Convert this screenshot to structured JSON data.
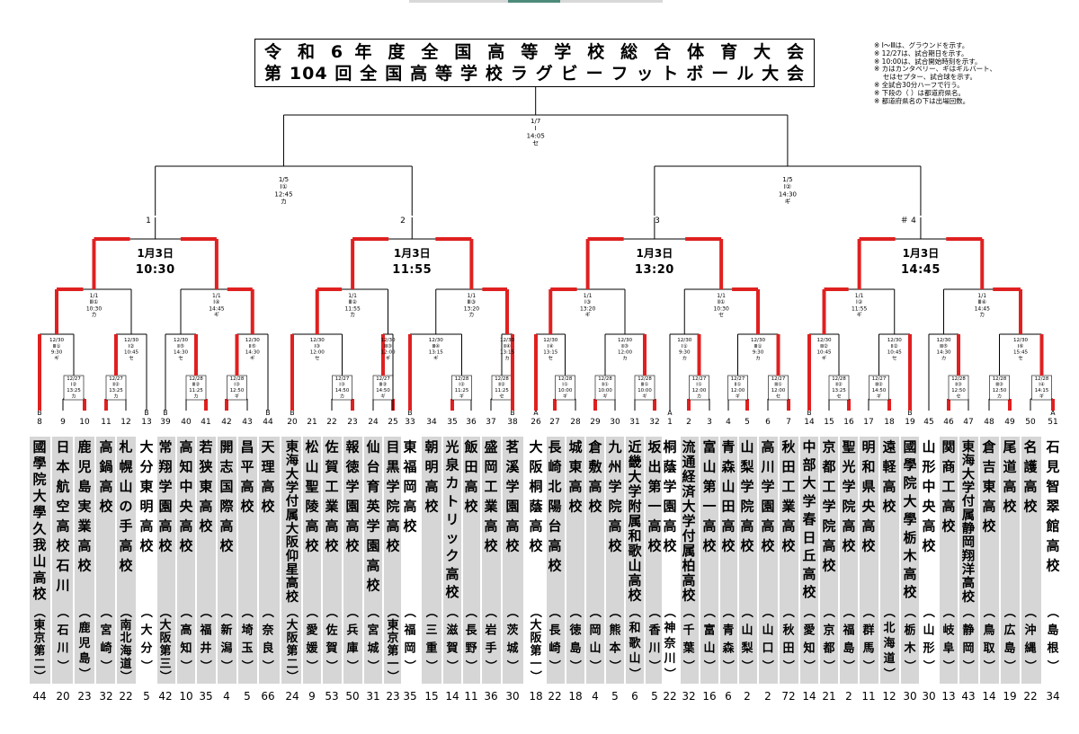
{
  "title": {
    "line1": "令 和 6 年 度 全 国 高 等 学 校 総 合 体 育 大 会",
    "line2": "第 104 回 全 国 高 等 学 校 ラ グ ビ ー フ ッ ト ボ ー ル 大 会"
  },
  "notes": [
    "※ Ⅰ〜Ⅲは、グラウンドを示す。",
    "※ 12/27は、試合期日を示す。",
    "※ 10:00は、試合開始時刻を示す。",
    "※ カはカンタベリー、ギはギルバート、",
    "　 セはセプター、試合球を示す。",
    "※ 全試合30分ハーフで行う。",
    "※ 下段の（ ）は都道府県名。",
    "※ 都道府県名の下は出場回数。"
  ],
  "final": {
    "date": "1/7",
    "ground": "Ⅰ",
    "time": "14:05",
    "ball": "セ"
  },
  "semifinals": [
    {
      "date": "1/5",
      "ground": "Ⅰ①",
      "time": "12:45",
      "ball": "カ"
    },
    {
      "date": "1/5",
      "ground": "Ⅰ②",
      "time": "14:30",
      "ball": "ギ"
    }
  ],
  "qf_numbers": [
    "1",
    "2",
    "3",
    "＃ 4"
  ],
  "qf_schedules": [
    {
      "date": "1月3日",
      "time": "10:30"
    },
    {
      "date": "1月3日",
      "time": "11:55"
    },
    {
      "date": "1月3日",
      "time": "13:20"
    },
    {
      "date": "1月3日",
      "time": "14:45"
    }
  ],
  "r3": [
    {
      "date": "1/1",
      "ground": "Ⅲ①",
      "time": "10:30",
      "ball": "カ"
    },
    {
      "date": "1/1",
      "ground": "Ⅰ④",
      "time": "14:45",
      "ball": "ギ"
    },
    {
      "date": "1/1",
      "ground": "Ⅲ②",
      "time": "11:55",
      "ball": "カ"
    },
    {
      "date": "1/1",
      "ground": "Ⅲ③",
      "time": "13:20",
      "ball": "カ"
    },
    {
      "date": "1/1",
      "ground": "Ⅰ③",
      "time": "13:20",
      "ball": "ギ"
    },
    {
      "date": "1/1",
      "ground": "Ⅱ①",
      "time": "10:30",
      "ball": "セ"
    },
    {
      "date": "1/1",
      "ground": "Ⅰ②",
      "time": "11:55",
      "ball": "ギ"
    },
    {
      "date": "1/1",
      "ground": "Ⅲ④",
      "time": "14:45",
      "ball": "カ"
    }
  ],
  "r2": [
    {
      "date": "12/30",
      "ground": "Ⅲ①",
      "time": "9:30",
      "ball": "ギ"
    },
    {
      "date": "12/30",
      "ground": "Ⅰ②",
      "time": "10:45",
      "ball": "セ"
    },
    {
      "date": "12/30",
      "ground": "Ⅱ⑤",
      "time": "14:30",
      "ball": "セ"
    },
    {
      "date": "12/30",
      "ground": "Ⅱ⑤",
      "time": "14:30",
      "ball": "ギ"
    },
    {
      "date": "12/30",
      "ground": "Ⅰ③",
      "time": "12:00",
      "ball": "セ"
    },
    {
      "date": "12/30",
      "ground": "Ⅲ③",
      "time": "12:00",
      "ball": "ギ"
    },
    {
      "date": "12/30",
      "ground": "Ⅲ④",
      "time": "13:15",
      "ball": "ギ"
    },
    {
      "date": "12/30",
      "ground": "Ⅱ④",
      "time": "13:15",
      "ball": "カ"
    },
    {
      "date": "12/30",
      "ground": "Ⅰ④",
      "time": "13:15",
      "ball": "セ"
    },
    {
      "date": "12/30",
      "ground": "Ⅱ③",
      "time": "12:00",
      "ball": "カ"
    },
    {
      "date": "12/30",
      "ground": "Ⅰ①",
      "time": "9:30",
      "ball": "カ"
    },
    {
      "date": "12/30",
      "ground": "Ⅲ①",
      "time": "9:30",
      "ball": "カ"
    },
    {
      "date": "12/30",
      "ground": "Ⅲ②",
      "time": "10:45",
      "ball": "ギ"
    },
    {
      "date": "12/30",
      "ground": "Ⅱ②",
      "time": "10:45",
      "ball": "セ"
    },
    {
      "date": "12/30",
      "ground": "Ⅲ⑤",
      "time": "14:30",
      "ball": "カ"
    },
    {
      "date": "12/30",
      "ground": "Ⅰ⑥",
      "time": "15:45",
      "ball": "セ"
    }
  ],
  "r1": [
    {
      "date": "12/27",
      "ground": "Ⅰ②",
      "time": "13:25",
      "ball": "カ"
    },
    {
      "date": "12/27",
      "ground": "Ⅱ②",
      "time": "13:25",
      "ball": "カ"
    },
    {
      "date": "12/28",
      "ground": "Ⅲ②",
      "time": "11:25",
      "ball": "カ"
    },
    {
      "date": "12/28",
      "ground": "Ⅰ③",
      "time": "12:50",
      "ball": "ギ"
    },
    {
      "date": "12/27",
      "ground": "Ⅰ③",
      "time": "14:50",
      "ball": "カ"
    },
    {
      "date": "12/27",
      "ground": "Ⅲ③",
      "time": "14:50",
      "ball": "ギ"
    },
    {
      "date": "12/28",
      "ground": "Ⅰ②",
      "time": "11:25",
      "ball": "ギ"
    },
    {
      "date": "12/28",
      "ground": "Ⅱ②",
      "time": "11:25",
      "ball": "セ"
    },
    {
      "date": "12/28",
      "ground": "Ⅰ①",
      "time": "10:00",
      "ball": "ギ"
    },
    {
      "date": "12/28",
      "ground": "Ⅱ①",
      "time": "10:00",
      "ball": "ギ"
    },
    {
      "date": "12/28",
      "ground": "Ⅲ①",
      "time": "10:00",
      "ball": "ギ"
    },
    {
      "date": "12/27",
      "ground": "Ⅰ①",
      "time": "12:00",
      "ball": "カ"
    },
    {
      "date": "12/27",
      "ground": "Ⅱ①",
      "time": "12:00",
      "ball": "ギ"
    },
    {
      "date": "12/27",
      "ground": "Ⅲ①",
      "time": "12:00",
      "ball": "セ"
    },
    {
      "date": "12/28",
      "ground": "Ⅱ②",
      "time": "13:25",
      "ball": "セ"
    },
    {
      "date": "12/27",
      "ground": "Ⅲ②",
      "time": "14:50",
      "ball": "ギ"
    },
    {
      "date": "12/28",
      "ground": "Ⅱ③",
      "time": "12:50",
      "ball": "セ"
    },
    {
      "date": "12/28",
      "ground": "Ⅲ③",
      "time": "12:50",
      "ball": "カ"
    },
    {
      "date": "12/28",
      "ground": "Ⅰ④",
      "time": "14:15",
      "ball": "ギ"
    }
  ],
  "teams": [
    {
      "no": "8",
      "seed": "B",
      "name": "國學院大學久我山高校",
      "pref": "（東京第二）",
      "count": "44"
    },
    {
      "no": "9",
      "seed": "",
      "name": "日本航空高校石川",
      "pref": "（石川）",
      "count": "20"
    },
    {
      "no": "10",
      "seed": "",
      "name": "鹿児島実業高校",
      "pref": "（鹿児島）",
      "count": "23"
    },
    {
      "no": "11",
      "seed": "",
      "name": "高鍋高校",
      "pref": "（宮崎）",
      "count": "32"
    },
    {
      "no": "12",
      "seed": "",
      "name": "札幌山の手高校",
      "pref": "（南北海道）",
      "count": "22"
    },
    {
      "no": "13",
      "seed": "B",
      "name": "大分東明高校",
      "pref": "（大分）",
      "count": "5"
    },
    {
      "no": "39",
      "seed": "B",
      "name": "常翔学園高校",
      "pref": "（大阪第三）",
      "count": "42"
    },
    {
      "no": "40",
      "seed": "",
      "name": "高知中央高校",
      "pref": "（高知）",
      "count": "10"
    },
    {
      "no": "41",
      "seed": "",
      "name": "若狭東高校",
      "pref": "（福井）",
      "count": "35"
    },
    {
      "no": "42",
      "seed": "",
      "name": "開志国際高校",
      "pref": "（新潟）",
      "count": "4"
    },
    {
      "no": "43",
      "seed": "",
      "name": "昌平高校",
      "pref": "（埼玉）",
      "count": "5"
    },
    {
      "no": "44",
      "seed": "B",
      "name": "天理高校",
      "pref": "（奈良）",
      "count": "66"
    },
    {
      "no": "20",
      "seed": "B",
      "name": "東海大学付属大阪仰星高校",
      "pref": "（大阪第二）",
      "count": "24"
    },
    {
      "no": "21",
      "seed": "",
      "name": "松山聖陵高校",
      "pref": "（愛媛）",
      "count": "9"
    },
    {
      "no": "22",
      "seed": "",
      "name": "佐賀工業高校",
      "pref": "（佐賀）",
      "count": "53"
    },
    {
      "no": "23",
      "seed": "",
      "name": "報徳学園高校",
      "pref": "（兵庫）",
      "count": "50"
    },
    {
      "no": "24",
      "seed": "",
      "name": "仙台育英学園高校",
      "pref": "（宮城）",
      "count": "31"
    },
    {
      "no": "25",
      "seed": "",
      "name": "目黒学院高校",
      "pref": "（東京第一）",
      "count": "23"
    },
    {
      "no": "33",
      "seed": "B",
      "name": "東福岡高校",
      "pref": "（福岡）",
      "count": "35"
    },
    {
      "no": "34",
      "seed": "",
      "name": "朝明高校",
      "pref": "（三重）",
      "count": "15"
    },
    {
      "no": "35",
      "seed": "",
      "name": "光泉カトリック高校",
      "pref": "（滋賀）",
      "count": "14"
    },
    {
      "no": "36",
      "seed": "",
      "name": "飯田高校",
      "pref": "（長野）",
      "count": "11"
    },
    {
      "no": "37",
      "seed": "",
      "name": "盛岡工業高校",
      "pref": "（岩手）",
      "count": "36"
    },
    {
      "no": "38",
      "seed": "B",
      "name": "茗溪学園高校",
      "pref": "（茨城）",
      "count": "30"
    },
    {
      "no": "26",
      "seed": "A",
      "name": "大阪桐蔭高校",
      "pref": "（大阪第一）",
      "count": "18"
    },
    {
      "no": "27",
      "seed": "",
      "name": "長崎北陽台高校",
      "pref": "（長崎）",
      "count": "22"
    },
    {
      "no": "28",
      "seed": "",
      "name": "城東高校",
      "pref": "（徳島）",
      "count": "18"
    },
    {
      "no": "29",
      "seed": "",
      "name": "倉敷高校",
      "pref": "（岡山）",
      "count": "4"
    },
    {
      "no": "30",
      "seed": "",
      "name": "九州学院高校",
      "pref": "（熊本）",
      "count": "5"
    },
    {
      "no": "31",
      "seed": "",
      "name": "近畿大学附属和歌山高校",
      "pref": "（和歌山）",
      "count": "6"
    },
    {
      "no": "32",
      "seed": "",
      "name": "坂出第一高校",
      "pref": "（香川）",
      "count": "5"
    },
    {
      "no": "1",
      "seed": "A",
      "name": "桐蔭学園高校",
      "pref": "（神奈川）",
      "count": "22"
    },
    {
      "no": "2",
      "seed": "",
      "name": "流通経済大学付属柏高校",
      "pref": "（千葉）",
      "count": "32"
    },
    {
      "no": "3",
      "seed": "",
      "name": "富山第一高校",
      "pref": "（富山）",
      "count": "16"
    },
    {
      "no": "4",
      "seed": "",
      "name": "青森山田高校",
      "pref": "（青森）",
      "count": "6"
    },
    {
      "no": "5",
      "seed": "",
      "name": "山梨学院高校",
      "pref": "（山梨）",
      "count": "2"
    },
    {
      "no": "6",
      "seed": "",
      "name": "高川学園高校",
      "pref": "（山口）",
      "count": "2"
    },
    {
      "no": "7",
      "seed": "",
      "name": "秋田工業高校",
      "pref": "（秋田）",
      "count": "72"
    },
    {
      "no": "14",
      "seed": "B",
      "name": "中部大学春日丘高校",
      "pref": "（愛知）",
      "count": "14"
    },
    {
      "no": "15",
      "seed": "",
      "name": "京都工学院高校",
      "pref": "（京都）",
      "count": "21"
    },
    {
      "no": "16",
      "seed": "",
      "name": "聖光学院高校",
      "pref": "（福島）",
      "count": "2"
    },
    {
      "no": "17",
      "seed": "",
      "name": "明和県央高校",
      "pref": "（群馬）",
      "count": "11"
    },
    {
      "no": "18",
      "seed": "",
      "name": "遠軽高校",
      "pref": "（北海道）",
      "count": "12"
    },
    {
      "no": "19",
      "seed": "B",
      "name": "國學院大學栃木高校",
      "pref": "（栃木）",
      "count": "30"
    },
    {
      "no": "45",
      "seed": "",
      "name": "山形中央高校",
      "pref": "（山形）",
      "count": "30"
    },
    {
      "no": "46",
      "seed": "",
      "name": "関商工高校",
      "pref": "（岐阜）",
      "count": "13"
    },
    {
      "no": "47",
      "seed": "",
      "name": "東海大学付属静岡翔洋高校",
      "pref": "（静岡）",
      "count": "43"
    },
    {
      "no": "48",
      "seed": "",
      "name": "倉吉東高校",
      "pref": "（鳥取）",
      "count": "14"
    },
    {
      "no": "49",
      "seed": "",
      "name": "尾道高校",
      "pref": "（広島）",
      "count": "19"
    },
    {
      "no": "50",
      "seed": "",
      "name": "名護高校",
      "pref": "（沖縄）",
      "count": "22"
    },
    {
      "no": "51",
      "seed": "A",
      "name": "石見智翠館高校",
      "pref": "（島根）",
      "count": "34"
    }
  ],
  "colors": {
    "line": "#000000",
    "highlight": "#e02020",
    "shade": "#d6d6d6"
  }
}
